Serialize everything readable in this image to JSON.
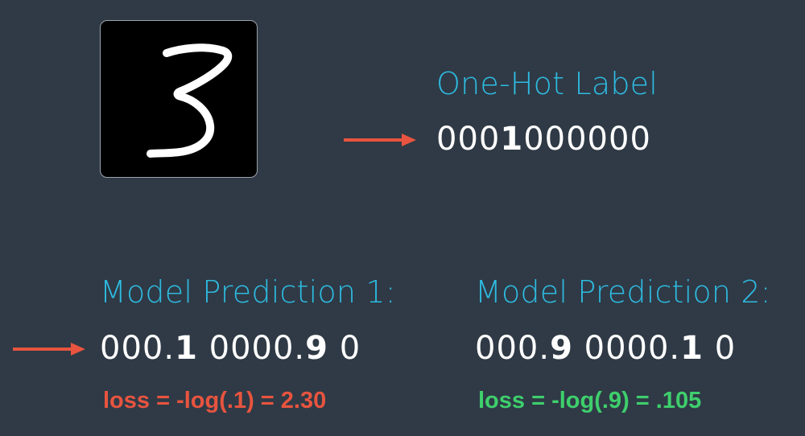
{
  "digit_image": {
    "depicts": "3",
    "background": "#000000",
    "stroke": "#ffffff"
  },
  "one_hot": {
    "heading": "One-Hot Label",
    "parts": {
      "before": "000",
      "highlight": "1",
      "after": "000000"
    }
  },
  "prediction_1": {
    "heading": "Model Prediction 1:",
    "parts": {
      "a": "000.",
      "b": "1",
      "c": " 0000.",
      "d": "9",
      "e": " 0"
    },
    "loss": "loss = -log(.1) = 2.30"
  },
  "prediction_2": {
    "heading": "Model Prediction 2:",
    "parts": {
      "a": "000.",
      "b": "9",
      "c": " 0000.",
      "d": "1",
      "e": " 0"
    },
    "loss": "loss = -log(.9) = .105"
  },
  "colors": {
    "background": "#2f3a46",
    "heading": "#2ebbe0",
    "arrow": "#e8543f",
    "loss_bad": "#e8543f",
    "loss_good": "#3ecf6c",
    "text": "#ffffff"
  },
  "icons": [
    "right-arrow-icon",
    "right-arrow-icon"
  ]
}
